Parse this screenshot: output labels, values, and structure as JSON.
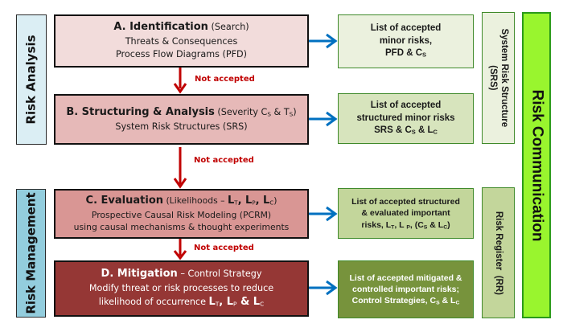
{
  "phases": {
    "analysis": "Risk Analysis",
    "management": "Risk Management"
  },
  "stages": [
    {
      "title": "A. Identification",
      "title_suffix": " (Search)",
      "lines": [
        "Threats & Consequences",
        "Process Flow Diagrams (PFD)"
      ],
      "fill": "#f2dcdb"
    },
    {
      "title": "B. Structuring & Analysis",
      "title_suffix_parts": [
        " (Severity C",
        "S",
        " & T",
        "S",
        ")"
      ],
      "lines": [
        "System Risk Structures (SRS)"
      ],
      "fill": "#e6b9b8"
    },
    {
      "title": "C. Evaluation",
      "title_suffix": " (Likelihoods – ",
      "likelihoods": [
        "L",
        "T",
        ", L",
        "P",
        ", L",
        "C",
        ")"
      ],
      "lines": [
        "Prospective Causal Risk Modeling (PCRM)",
        "using causal mechanisms & thought experiments"
      ],
      "fill": "#d99694"
    },
    {
      "title": "D. Mitigation",
      "title_suffix": " – Control Strategy",
      "lines": [
        "Modify threat or risk processes to reduce"
      ],
      "line2_prefix": "likelihood of occurrence ",
      "line2_math": [
        "L",
        "T",
        ", L",
        "P",
        " & L",
        "C"
      ],
      "fill": "#953735"
    }
  ],
  "not_accepted_label": "Not accepted",
  "outputs": [
    {
      "lines": [
        "List of accepted",
        "minor risks,"
      ],
      "line3": [
        "PFD & C",
        "S"
      ],
      "fill": "#ebf1de"
    },
    {
      "lines": [
        "List of accepted",
        "structured minor risks"
      ],
      "line3": [
        "SRS & C",
        "S",
        " & L",
        "C"
      ],
      "fill": "#d7e4bd"
    },
    {
      "lines": [
        "List of accepted structured",
        "& evaluated important"
      ],
      "line3": [
        "risks, L",
        "T",
        ", L ",
        "P",
        ", (C",
        "S",
        " & L",
        "C",
        ")"
      ],
      "fill": "#c3d69b"
    },
    {
      "lines": [
        "List of accepted mitigated &",
        "controlled important risks;"
      ],
      "line3": [
        "Control Strategies, C",
        "S",
        " & L",
        "C"
      ],
      "fill": "#77933c"
    }
  ],
  "registers": {
    "srs_line1": "System Risk Structure",
    "srs_line2": "(SRS)",
    "rr": "Risk Register  (RR)"
  },
  "communication": "Risk Communication",
  "colors": {
    "analysis_bg": "#dbeef4",
    "management_bg": "#93cddd",
    "flow_arrow": "#c00000",
    "output_arrow": "#0070c0",
    "srs_bg": "#ebf1de",
    "rr_bg": "#c3d69b",
    "communication_bg": "#99f52e"
  }
}
